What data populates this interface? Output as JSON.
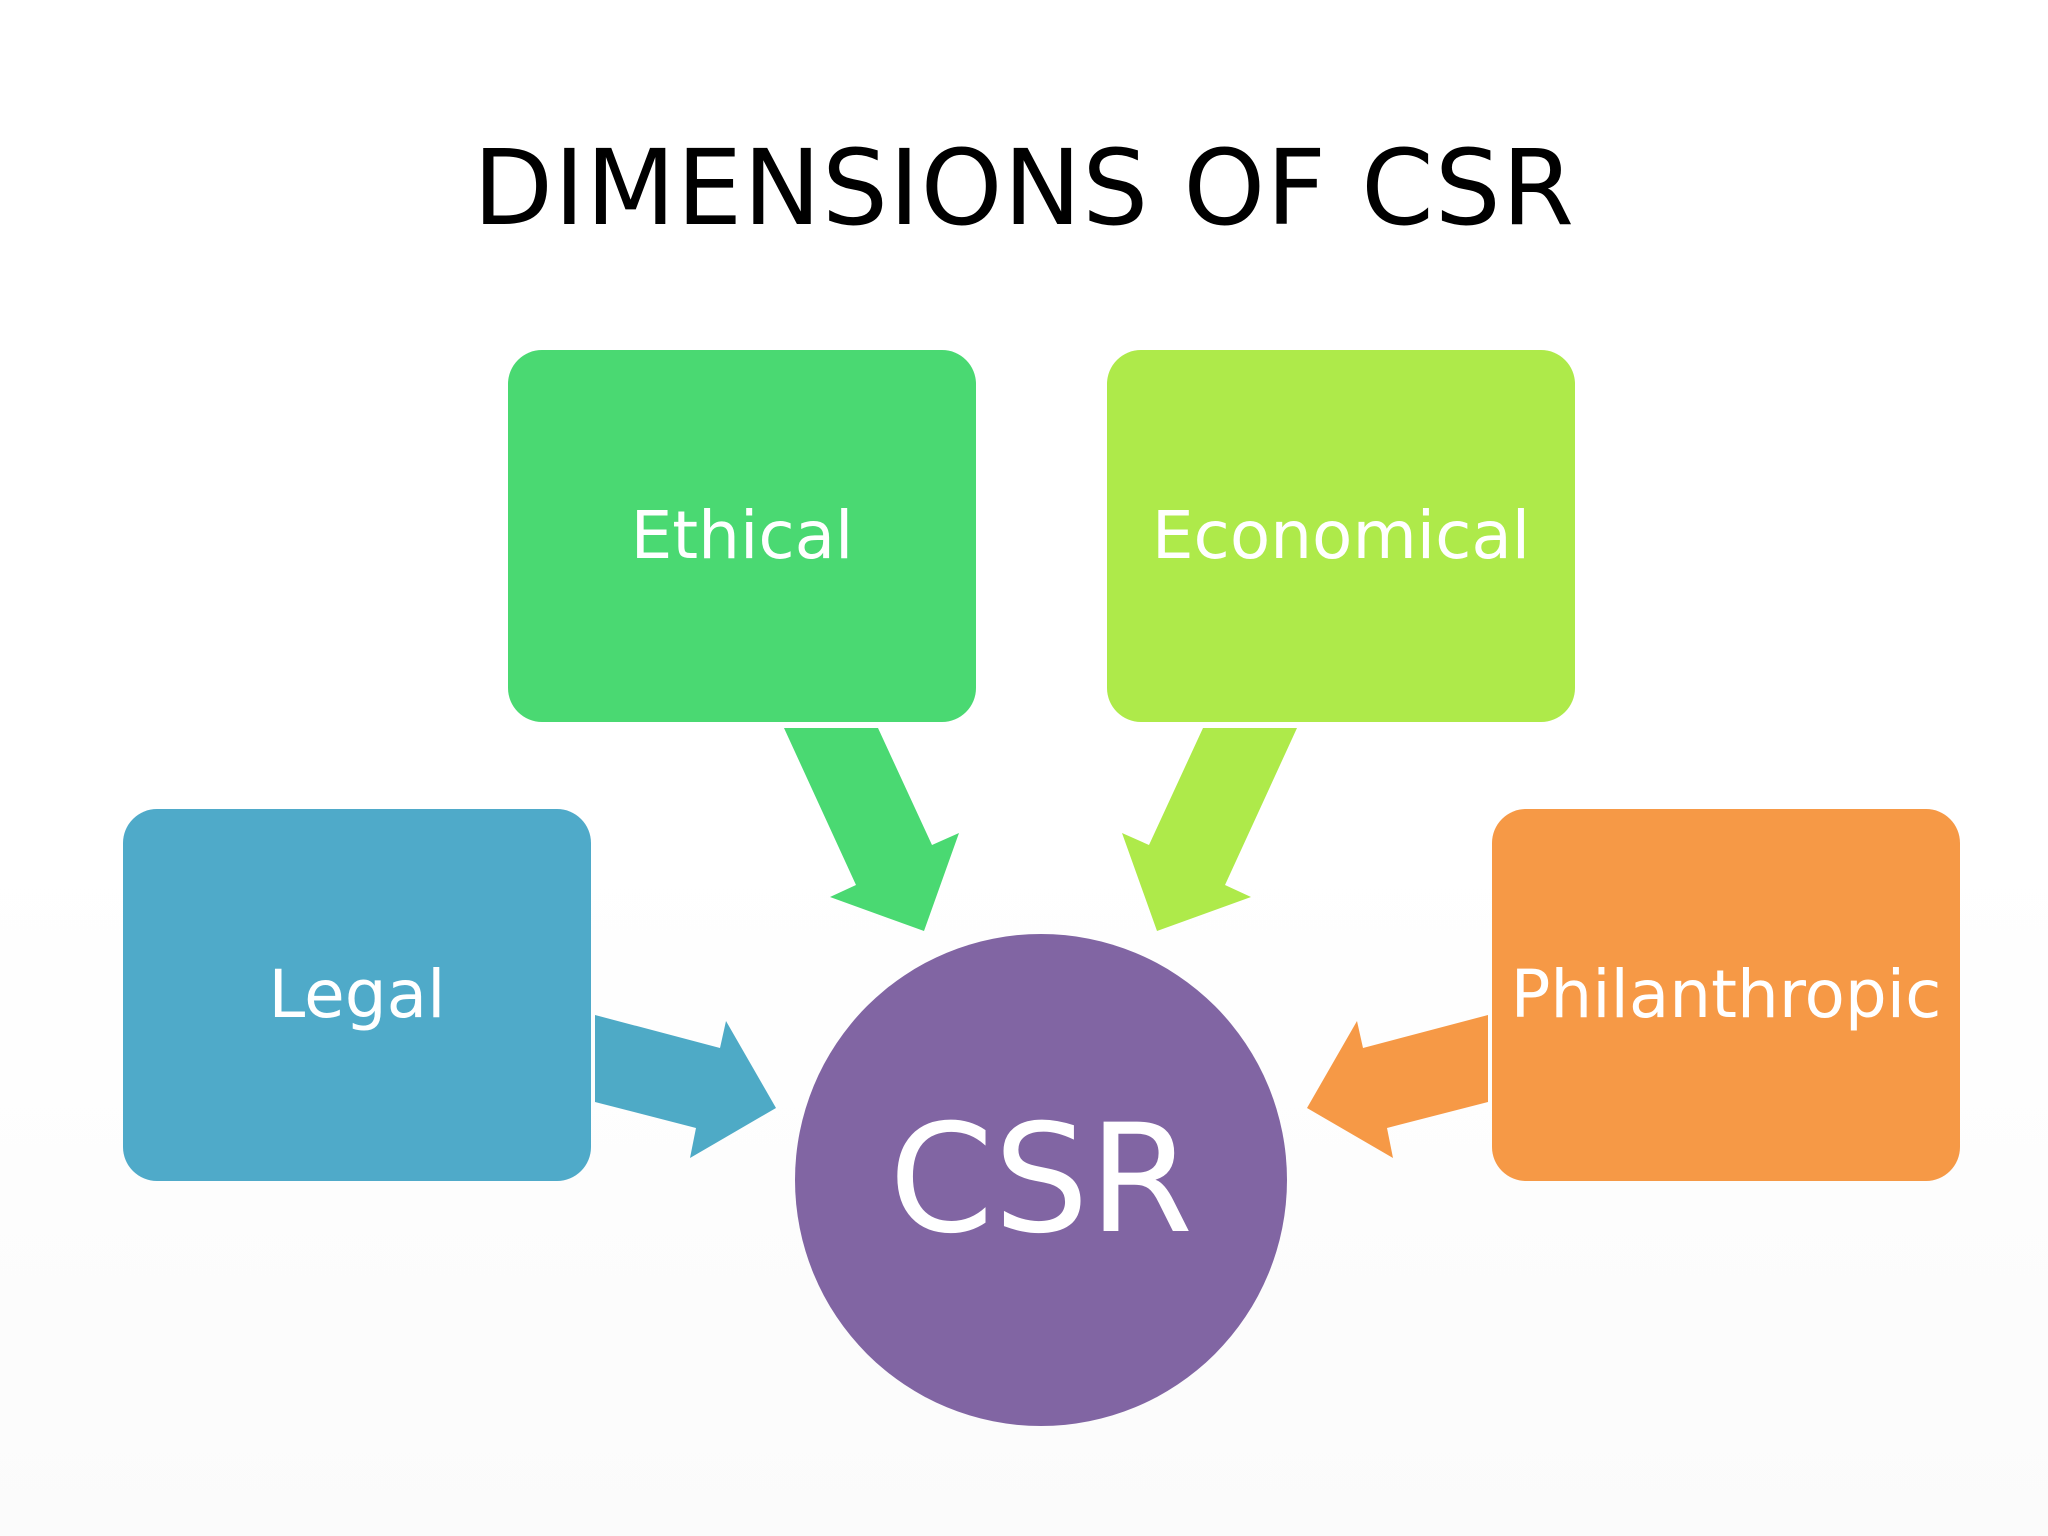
{
  "title": "DIMENSIONS OF CSR",
  "center": {
    "label": "CSR",
    "color": "#8165a3"
  },
  "dimensions": [
    {
      "label": "Ethical",
      "color": "#4ad972",
      "arrow_color": "#4ad972"
    },
    {
      "label": "Economical",
      "color": "#aeea4a",
      "arrow_color": "#aeea4a"
    },
    {
      "label": "Legal",
      "color": "#4faac9",
      "arrow_color": "#4eaac6"
    },
    {
      "label": "Philanthropic",
      "color": "#f69946",
      "arrow_color": "#f69946"
    }
  ]
}
